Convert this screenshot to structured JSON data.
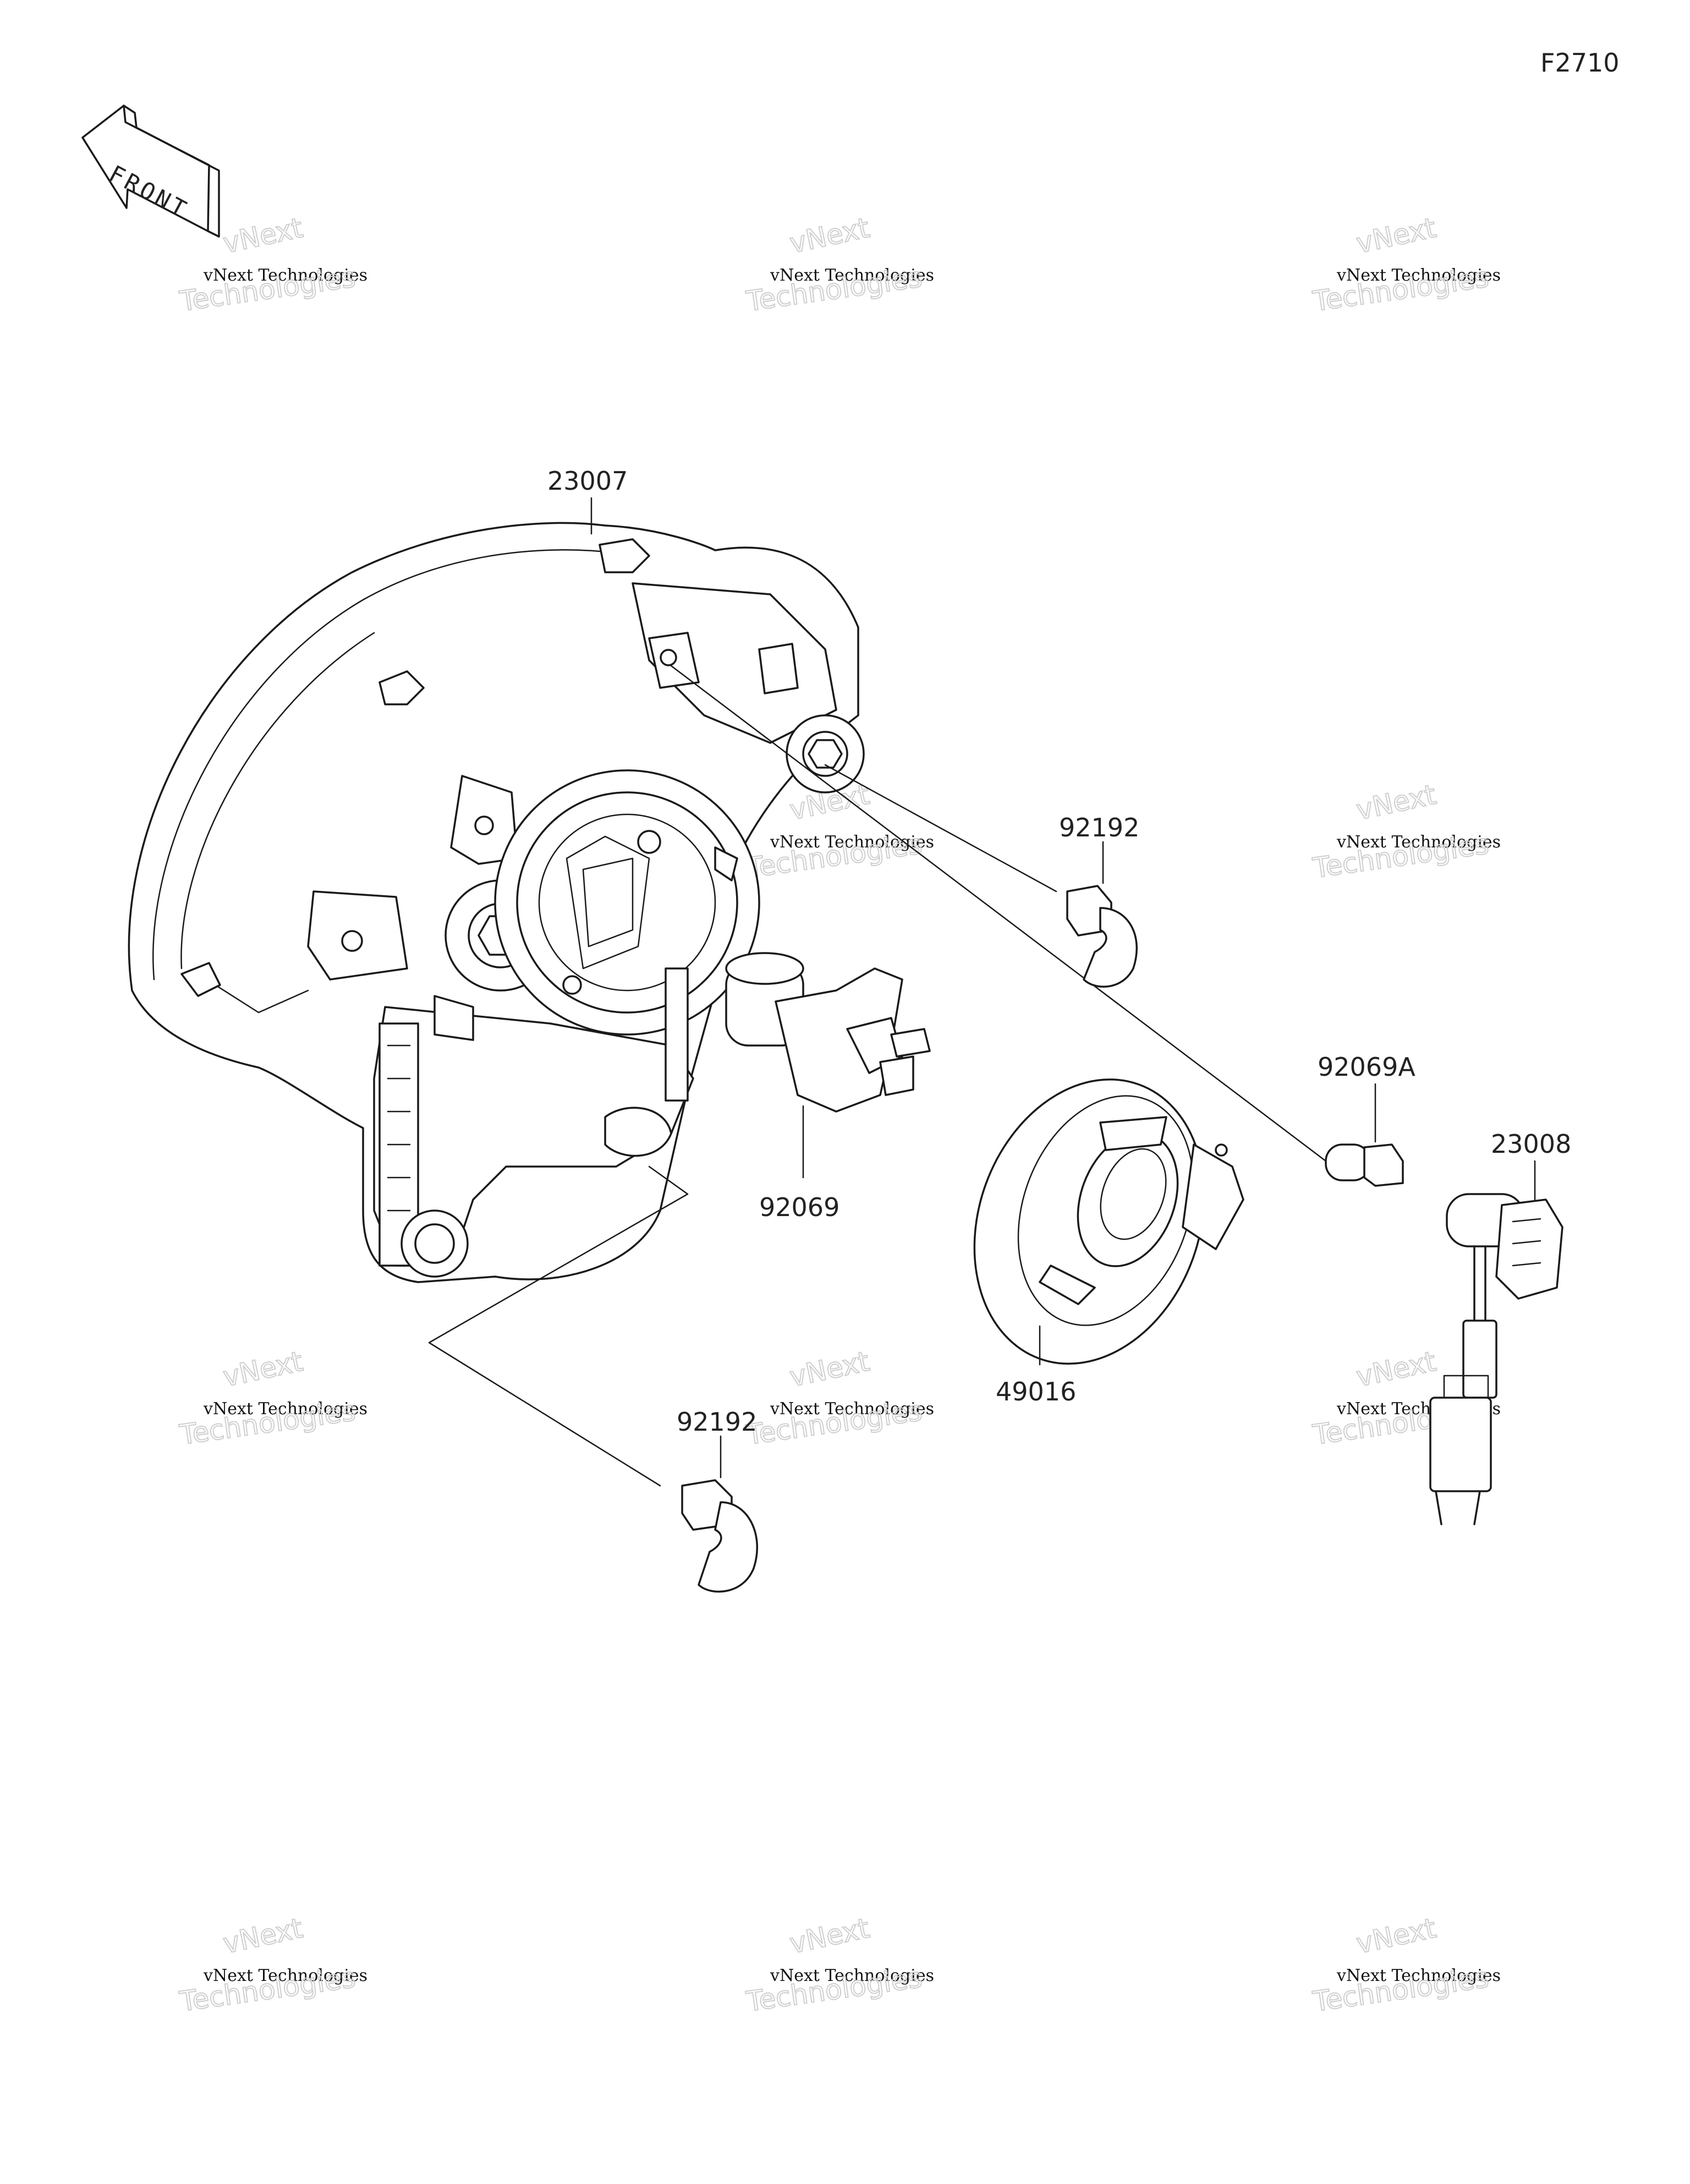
{
  "diagram_code": "F2710",
  "front_label": "FRONT",
  "part_labels": {
    "headlight_assy": "23007",
    "socket_clip_upper": "92192",
    "position_bulb": "92069A",
    "position_socket": "23008",
    "headlight_bulb": "92069",
    "dust_cover": "49016",
    "socket_clip_lower": "92192"
  },
  "watermark": {
    "line1": "vNext Technologies",
    "line2": "vNext",
    "line3": "Technologies"
  }
}
